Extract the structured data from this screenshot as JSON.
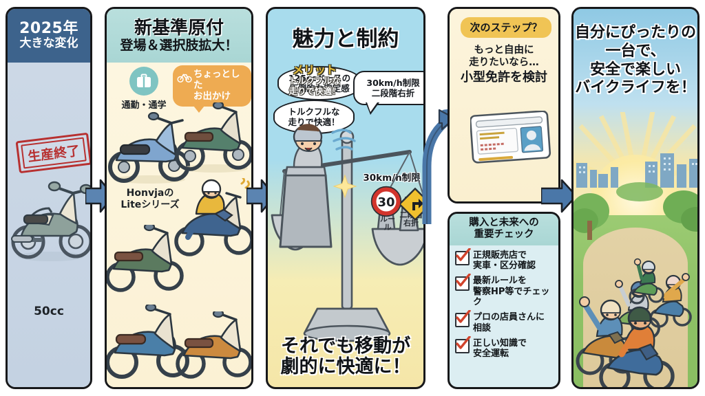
{
  "panels": {
    "p1": {
      "header_line1": "2025年",
      "header_line2": "大きな変化",
      "stamp": "生産終了",
      "caption": "50cc",
      "bike_alt": "50cc-scooter"
    },
    "p2": {
      "header_line1": "新基準原付",
      "header_line2": "登場＆選択肢拡大！",
      "commute_label": "通勤・通学",
      "commute_icon": "briefcase-icon",
      "outing_line1": "ちょっとした",
      "outing_line2": "お出かけ",
      "outing_icon": "bicycle-icon",
      "series_line1": "Honvjaの",
      "series_line2": "Liteシリーズ"
    },
    "p3": {
      "title": "魅力と制約",
      "bubble1_line1": "125ccベースの",
      "bubble1_line2": "圧倒的な安定感",
      "bubble2_line1": "トルクフルな",
      "bubble2_line2": "走りで快適！",
      "bubble3_line1": "30km/h制限",
      "bubble3_line2": "二段階右折",
      "limit_label": "30km/h制限",
      "merit_label": "メリット",
      "merit_sub_line1": "トルクフルな",
      "merit_sub_line2": "走りで快適！",
      "weight_rule": "ルール",
      "weight_turn_line1": "二段階",
      "weight_turn_line2": "右折",
      "sign_speed": "30",
      "sign_turn_icon": "right-turn-arrow-icon",
      "bottom_line1": "それでも移動が",
      "bottom_line2": "劇的に快適に！"
    },
    "p4top": {
      "pill": "次のステップ？",
      "line1": "もっと自由に",
      "line2": "走りたいなら…",
      "line3": "小型免許を検討",
      "license_icon": "drivers-license-card-icon"
    },
    "p4bot": {
      "header_line1": "購入と未来への",
      "header_line2": "重要チェック",
      "items": [
        {
          "line1": "正規販売店で",
          "line2": "実車・区分確認"
        },
        {
          "line1": "最新ルールを",
          "line2": "警察HP等でチェック"
        },
        {
          "line1": "プロの店員さんに",
          "line2": "相談"
        },
        {
          "line1": "正しい知識で",
          "line2": "安全運転"
        }
      ]
    },
    "p5": {
      "title_line1": "自分にぴったりの",
      "title_line2": "一台で、",
      "title_line3": "安全で楽しい",
      "title_line4": "バイクライフを！",
      "scene": "sunrise-riders-scene"
    }
  },
  "arrows": {
    "a1": "arrow-right-panel1-to-panel2",
    "a2": "arrow-right-panel2-to-panel3",
    "a3": "arrow-curved-up-panel3-to-panel4",
    "a4": "arrow-right-panel4-to-panel5"
  },
  "colors": {
    "panel1_header": "#3d638c",
    "panel1_body": "#ccd8e6",
    "panel2_header": "#b1d9d7",
    "panel2_body": "#fbf2d7",
    "panel3_top": "#a8dced",
    "panel3_bottom": "#f5e6a8",
    "panel4_top_body": "#fbf2d7",
    "panel4_bot_body": "#dceef2",
    "accent_orange": "#eeab52",
    "accent_gold": "#f0c455",
    "stamp_red": "#b73030",
    "arrow_blue": "#4a77a8",
    "check_red": "#d1432c",
    "merit_gold": "#e8bf3c"
  }
}
